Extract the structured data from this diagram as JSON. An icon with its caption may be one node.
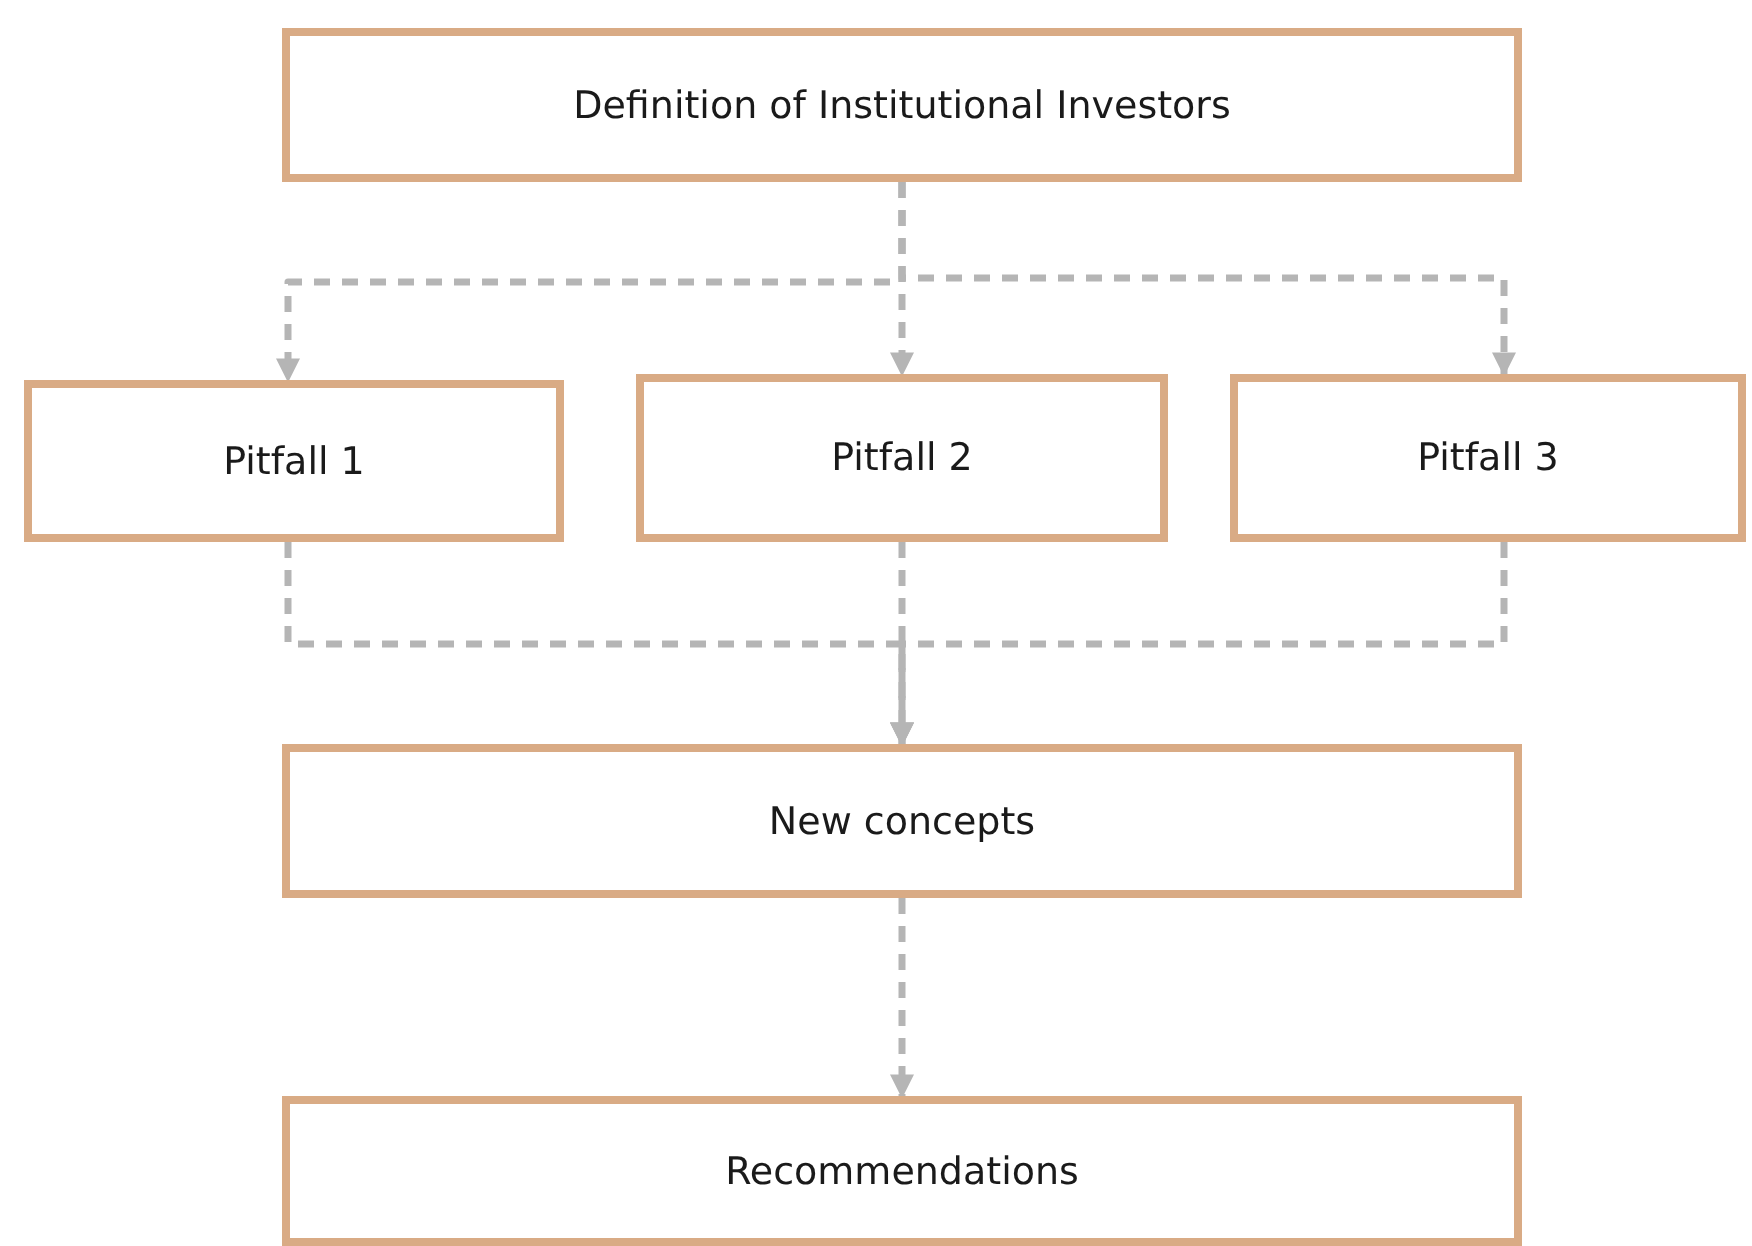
{
  "diagram": {
    "nodes": [
      {
        "text": [
          "Definition of Institutional Investors"
        ]
      },
      {
        "text": [
          "Pitfall 1"
        ]
      },
      {
        "text": [
          "Pitfall 2"
        ]
      },
      {
        "text": [
          "Pitfall 3"
        ]
      },
      {
        "text": [
          "New concepts"
        ]
      },
      {
        "text": [
          "Recommendations"
        ]
      }
    ],
    "edges": [
      {
        "from": 0,
        "to": 1,
        "arrow": "to",
        "style": "dashed"
      },
      {
        "from": 0,
        "to": 2,
        "arrow": "to",
        "style": "dashed"
      },
      {
        "from": 0,
        "to": 3,
        "arrow": "to",
        "style": "dashed"
      },
      {
        "from": 1,
        "to": 4,
        "arrow": "to",
        "style": "dashed"
      },
      {
        "from": 2,
        "to": 4,
        "arrow": "to",
        "style": "dashed"
      },
      {
        "from": 3,
        "to": 4,
        "arrow": "to",
        "style": "dashed"
      },
      {
        "from": 4,
        "to": 5,
        "arrow": "to",
        "style": "dashed"
      }
    ]
  }
}
